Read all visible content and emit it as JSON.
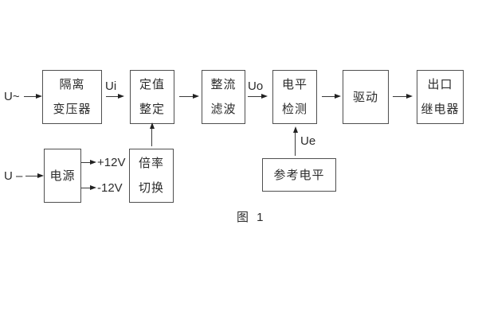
{
  "diagram": {
    "caption": "图 1",
    "colors": {
      "background": "#ffffff",
      "line": "#3a3a3a",
      "box_border": "#4f4f4f",
      "text": "#2b2b2b"
    }
  },
  "blocks": {
    "isolation_transformer": {
      "line1": "隔离",
      "line2": "变压器"
    },
    "setpoint_adjust": {
      "line1": "定值",
      "line2": "整定"
    },
    "rectify_filter": {
      "line1": "整流",
      "line2": "滤波"
    },
    "level_detect": {
      "line1": "电平",
      "line2": "检测"
    },
    "drive": {
      "line1": "驱动"
    },
    "output_relay": {
      "line1": "出口",
      "line2": "继电器"
    },
    "power_supply": {
      "line1": "电源"
    },
    "ratio_switch": {
      "line1": "倍率",
      "line2": "切换"
    },
    "reference_level": {
      "line1": "参考电平"
    }
  },
  "signals": {
    "input_ac": "U~",
    "input_dc": "U –",
    "ui": "Ui",
    "uo": "Uo",
    "ue": "Ue",
    "rail_pos": "+12V",
    "rail_neg": "-12V"
  }
}
